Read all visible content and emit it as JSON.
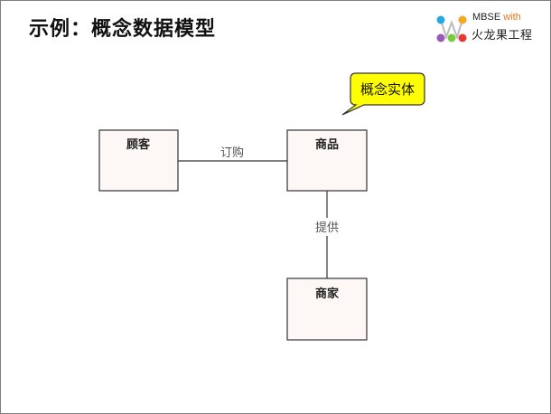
{
  "slide": {
    "title": "示例：概念数据模型"
  },
  "logo": {
    "mbse": "MBSE",
    "with": "with",
    "company": "火龙果工程"
  },
  "diagram": {
    "entities": [
      {
        "label": "顾客"
      },
      {
        "label": "商品"
      },
      {
        "label": "商家"
      }
    ],
    "relations": [
      {
        "label": "订购"
      },
      {
        "label": "提供"
      }
    ],
    "callout": {
      "label": "概念实体"
    }
  },
  "colors": {
    "entity_fill": "#fdf8f5",
    "entity_border": "#333333",
    "callout_fill": "#ffff00",
    "callout_border": "#333333",
    "logo_dots": [
      "#29a8e0",
      "#f5a623",
      "#9b59b6",
      "#7ac943",
      "#e53935"
    ]
  }
}
